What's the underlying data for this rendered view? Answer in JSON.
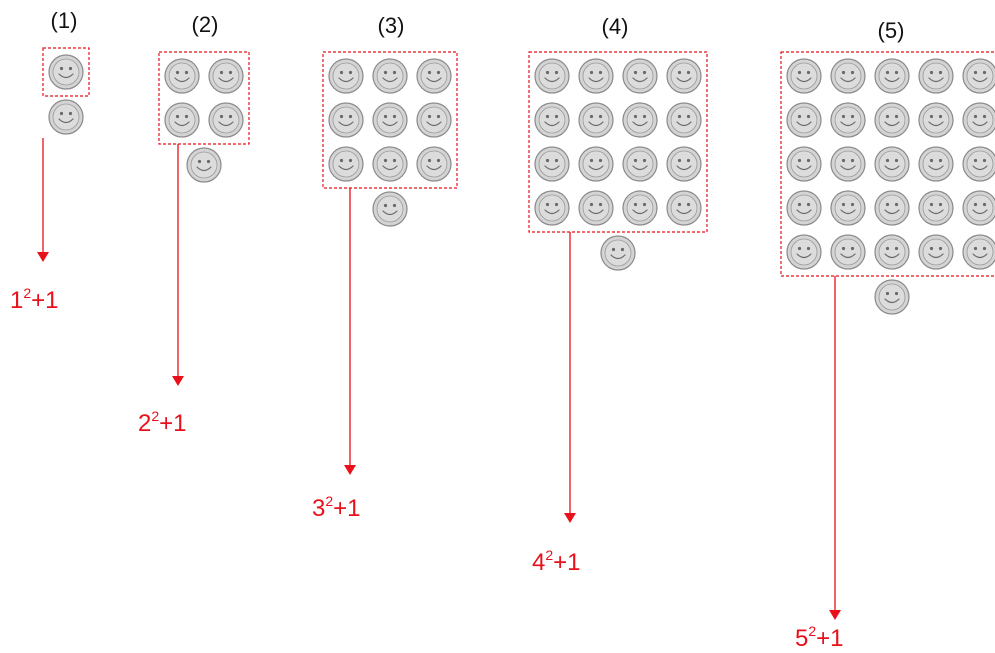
{
  "figures": [
    {
      "label": "(1)",
      "n": 1,
      "base": "1",
      "exp": "2",
      "tail": "+1"
    },
    {
      "label": "(2)",
      "n": 2,
      "base": "2",
      "exp": "2",
      "tail": "+1"
    },
    {
      "label": "(3)",
      "n": 3,
      "base": "3",
      "exp": "2",
      "tail": "+1"
    },
    {
      "label": "(4)",
      "n": 4,
      "base": "4",
      "exp": "2",
      "tail": "+1"
    },
    {
      "label": "(5)",
      "n": 5,
      "base": "5",
      "exp": "2",
      "tail": "+1"
    }
  ],
  "colors": {
    "accent": "#e8101a",
    "face": "#d4d4d4",
    "text": "#111111"
  },
  "icon": "smiley-face-icon"
}
